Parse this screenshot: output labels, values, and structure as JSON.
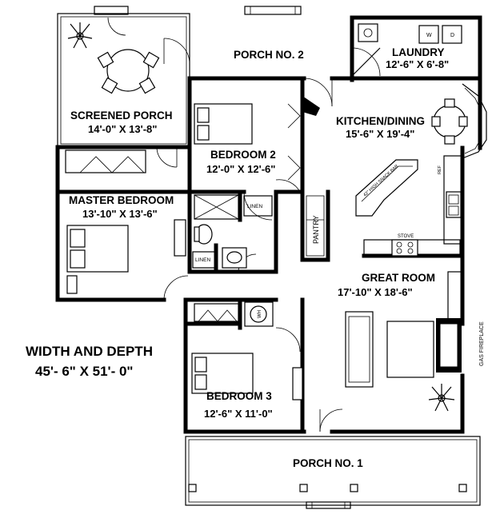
{
  "rooms": {
    "porch2": {
      "name": "PORCH NO. 2"
    },
    "laundry": {
      "name": "LAUNDRY",
      "size": "12'-6\" X 6'-8\""
    },
    "screened": {
      "name": "SCREENED PORCH",
      "size": "14'-0\" X 13'-8\""
    },
    "kitchen": {
      "name": "KITCHEN/DINING",
      "size": "15'-6\" X 19'-4\""
    },
    "bedroom2": {
      "name": "BEDROOM 2",
      "size": "12'-0\" X 12'-6\""
    },
    "master": {
      "name": "MASTER BEDROOM",
      "size": "13'-10\" X 13'-6\""
    },
    "great": {
      "name": "GREAT ROOM",
      "size": "17'-10\" X 18'-6\""
    },
    "bedroom3": {
      "name": "BEDROOM 3",
      "size": "12'-6\" X 11'-0\""
    },
    "porch1": {
      "name": "PORCH NO.  1"
    }
  },
  "labels": {
    "pantry": "PANTRY",
    "linen1": "LINEN",
    "linen2": "LINEN",
    "stove": "STOVE",
    "ref": "REF",
    "snack_bar": "42\" HIGH SNACK BAR",
    "washer": "W",
    "dryer": "D",
    "water_heater": "WH",
    "fireplace": "GAS FIREPLACE"
  },
  "dimensions": {
    "heading": "WIDTH AND DEPTH",
    "value": "45'- 6\"  X  51'- 0\""
  }
}
